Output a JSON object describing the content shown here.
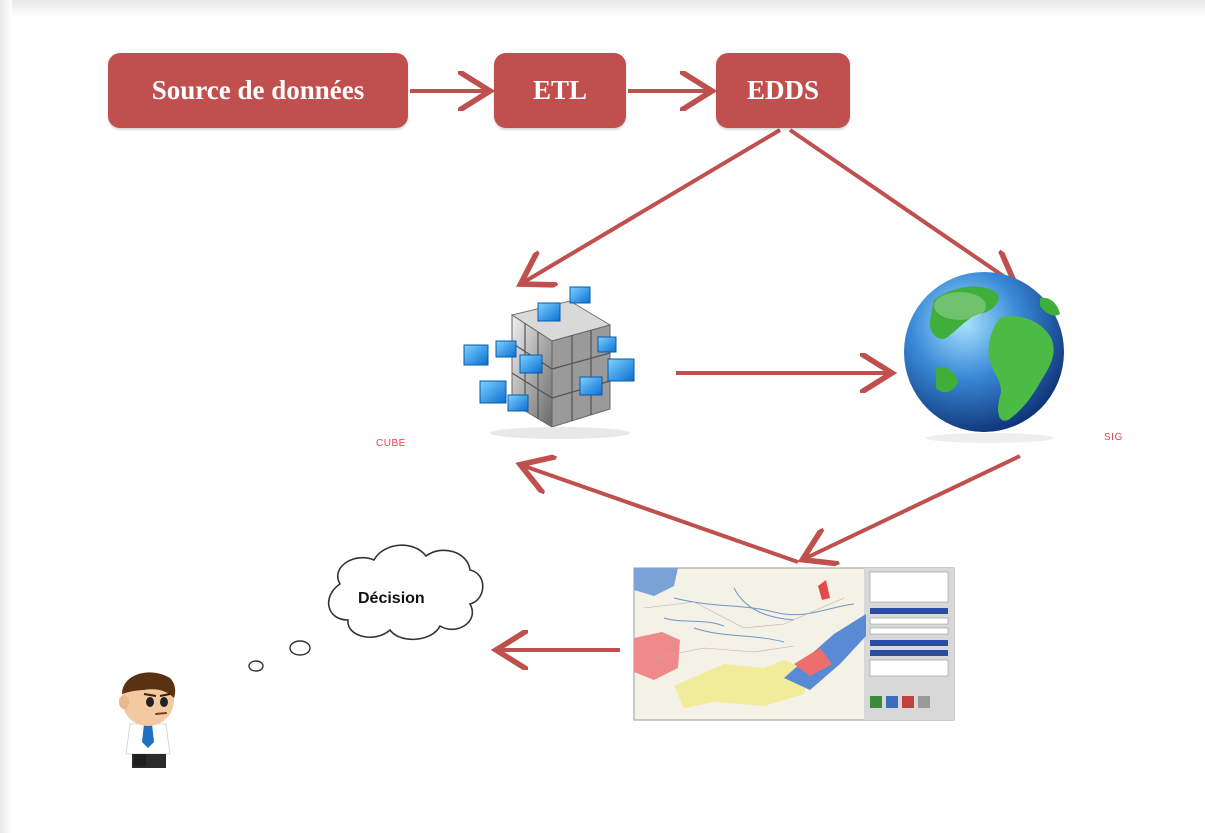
{
  "boxes": {
    "source": "Source de données",
    "etl": "ETL",
    "edds": "EDDS"
  },
  "labels": {
    "cube": "CUBE",
    "sig": "SIG"
  },
  "thought": "Décision",
  "colors": {
    "box_fill": "#c0504d",
    "arrow": "#c0504d",
    "label_text": "#e0463f"
  },
  "icons": {
    "cube": "cube-icon",
    "globe": "globe-icon",
    "map": "map-screenshot",
    "person": "person-icon",
    "thought": "thought-bubble"
  }
}
